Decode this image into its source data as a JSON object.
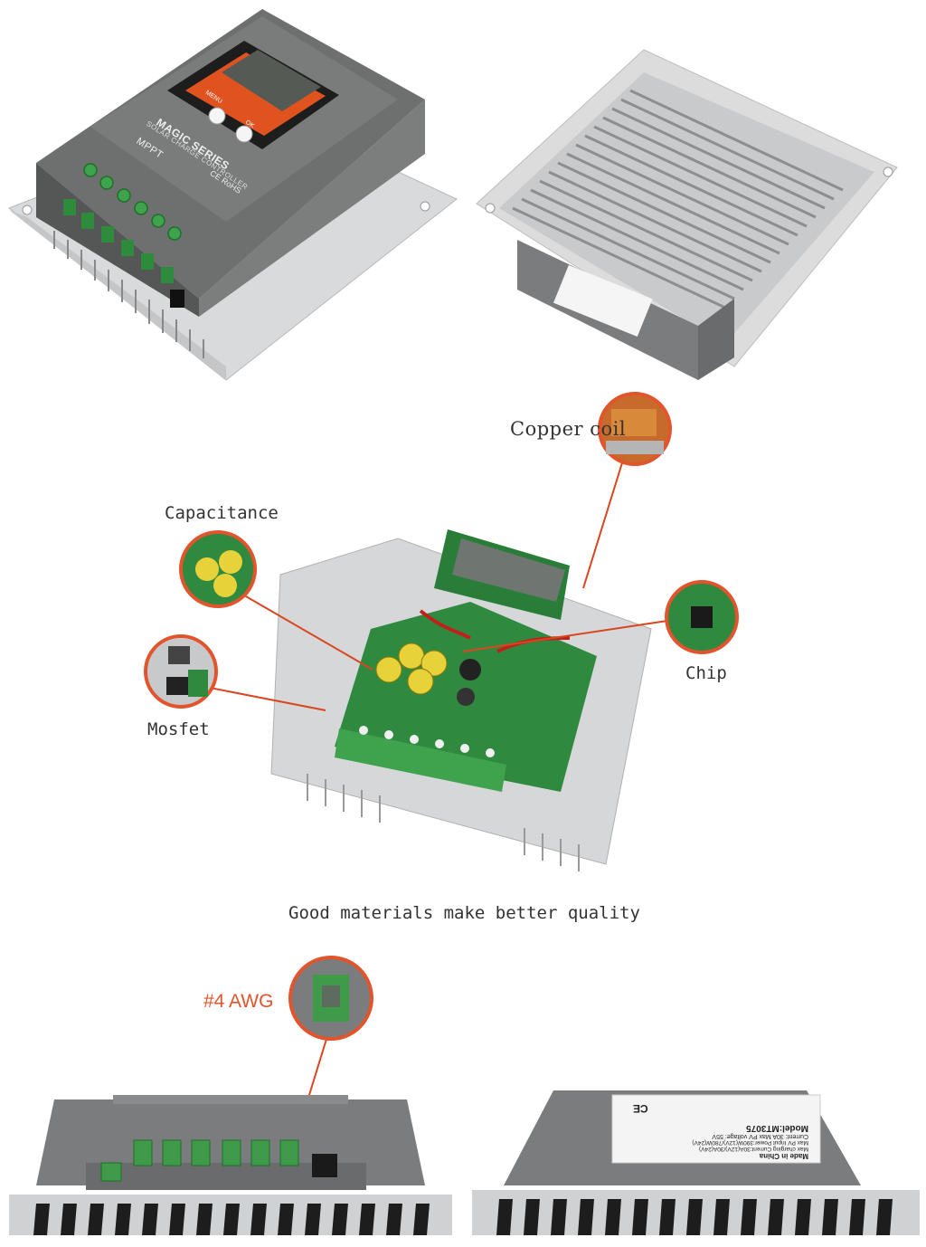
{
  "controller": {
    "series": "MAGIC SERIES",
    "subtitle": "SOLAR CHARGE CONTROLLER",
    "type": "MPPT",
    "btn_left": "MENU",
    "btn_right": "OK",
    "cert": "CE RoHS"
  },
  "callouts": {
    "copper_coil": "Copper coil",
    "capacitance": "Capacitance",
    "mosfet": "Mosfet",
    "chip": "Chip",
    "awg": "#4 AWG"
  },
  "caption": "Good materials make better quality",
  "label_sticker": {
    "made_in": "Made in China",
    "model": "Model:MT3075",
    "current": "Current: 30A   Max PV voltage: 55V",
    "max_charging": "Max charging Current:30A(12V)/30A(24V)",
    "max_pv_power": "Max PV Input Power:390W(12V)/780W(24V)",
    "cert": "CE"
  },
  "colors": {
    "accent_orange": "#e2542b",
    "callout_line": "#d9461f",
    "housing_grey": "#6e7070",
    "terminal_green": "#3fa34d"
  }
}
